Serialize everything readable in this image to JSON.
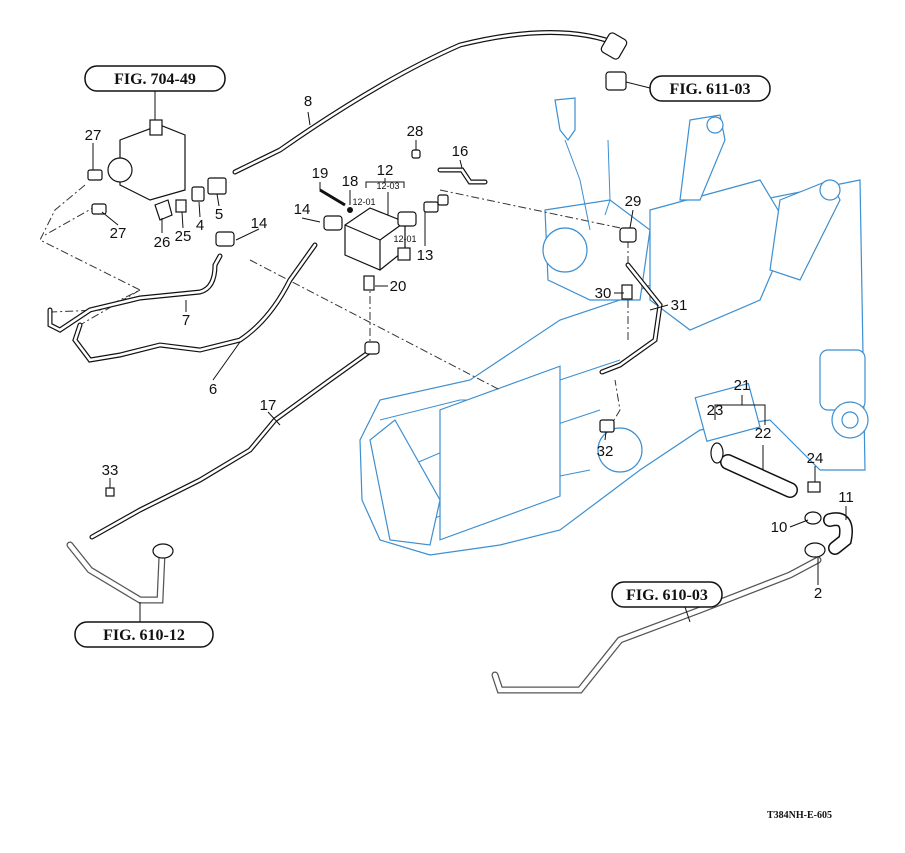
{
  "figure_refs": {
    "fig_704_49": "FIG. 704-49",
    "fig_611_03": "FIG. 611-03",
    "fig_610_12": "FIG. 610-12",
    "fig_610_03": "FIG. 610-03"
  },
  "callouts": {
    "c27a": "27",
    "c27b": "27",
    "c26": "26",
    "c25": "25",
    "c4": "4",
    "c5": "5",
    "c8": "8",
    "c28": "28",
    "c16": "16",
    "c19": "19",
    "c18": "18",
    "c12": "12",
    "c12_01a": "12-01",
    "c12_03": "12-03",
    "c12_01b": "12-01",
    "c14a": "14",
    "c14b": "14",
    "c13": "13",
    "c20": "20",
    "c7": "7",
    "c6": "6",
    "c17": "17",
    "c33": "33",
    "c29": "29",
    "c30": "30",
    "c31": "31",
    "c21": "21",
    "c23": "23",
    "c22": "22",
    "c24": "24",
    "c32": "32",
    "c11": "11",
    "c10": "10",
    "c2": "2"
  },
  "drawing_code": "T384NH-E-605",
  "colors": {
    "housing_outline": "#3d8fd0",
    "line": "#111111"
  }
}
